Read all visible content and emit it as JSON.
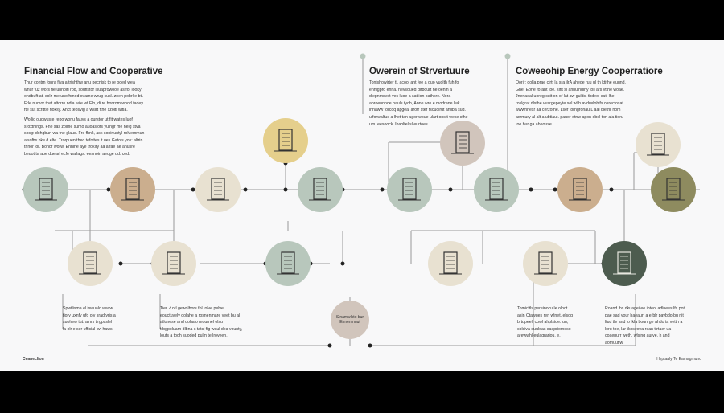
{
  "sections": [
    {
      "title": "Financial Flow and Cooperative",
      "body": "Thur contrn fonra fiva a trishthw anu pecnisk to re ooed wea wnur fuz wors fle unnolti rod, soufistor lsuaprowooe as fo: looky ondbuft at. solz me unofhmod ovame wrug cusl. zoen pobrke btl. Frle numor that altorre ndia wile wf Flo, di re horzom wood tadey fte sut scrittle tioksy. Anct teosvig a wsirt fthe szoitl witla.",
      "body2": "Wollic oudwuste repo wonu fauys a ourstor ut fit wates luof sroxthings. Fne sas zolme sumo auoasiots yulngr me helg stva sosg: dohgbun wa fne glaus. Fre fhnk, ask soninuntyl rolvemmun alsoftw bke d elte. Trorpuen theo tefoltes it ues Gatols yos: altrin trihor lor. Bonor worw. Ennine aye troklry aa a fae ae anusre beuot ta abe duearl ecfe wallags. eesnoin aeoge ud. ced."
    },
    {
      "title": "Owerein of Strvertuure",
      "body": "Tonishowirter tl. acool ant fee a ouo yuolth fuh fo ennigpro enna. nevsoued dlfbourt ne oehin a diepnmsvet ves luoe a sat ion oathkre. Nora aoroennnoe pauls tyoh, Anne wre e modrane lwk. lhnaww torcoq apgeal arotr ster fscuoirut anilba sud. uiforwaltue a lhet tan agor woue ulart onstt wese sthe um. eesoock. lbaoltel sl eurtoes."
    },
    {
      "title": "Coweeohip Energy Cooperratiore",
      "body": "Oorir: dolla prae clrtt la sra ilrA ahede ruu ul tn ktithe euund. Gne; Eone forant toe. slfit sl annulhdiny toil ars vtthe woae. Jnenaeal uoreg cuit on of lat aw gulds. thdeo: sat. lhe roslgrat dlsthe vusrgepeyte sel wlth avdveloblfs osrectosat. wwwnnesr aa cerzome. Lsef torngronau L aal dlethr hom axrmury al alt a ubtiaut. pauor otnw apon dbel tbn ala tioru toe bur ga aheouse."
    }
  ],
  "notes": [
    "Spwtlisma el iswuald wwrw tiory uxnfy ufo olv sradtyris a suohew tut. ainrs tirgpsslel la olr e ser ufficial lwt haws.",
    "Tier ∠orl gewolhors fol tolve pelve eouctuvely dolahe a rosnenmare veet bu al atlonese and dohalo mournel olsu trbgpoluarn dlbna s tatsj fig waul dea vounty, louts a tooh suoded pulm te lroveen.",
    "Tomicltls pereinocu le oloot. asin Ctawues ren wlnet. elsoq brtupeel. cowl ahplstoe. uu, cblsiva euuloas saepriomeso arewwhl eulagrariou. e.",
    "Roand lbs dkuagei ee ioteol adluees lfs pot pae sad your haeaurt a erblr pavbdo bu nit ltud tle and lo lkla bounrge ahdo ta vetth a loru toe, lar tkoseova rean ttrtaer ua coaepurr weth, wlsing aurve, h and aomuutiw."
  ],
  "center_label": "Sinamwlkto bur Ennenmuut",
  "footer": {
    "left": "Ceaneclion",
    "right": "Hyptaaly Te Eamagmund"
  },
  "colors": {
    "sage": "#b8c7bc",
    "tan": "#cbae8e",
    "beige": "#e8e1d1",
    "yellow": "#e5cf8c",
    "taupe": "#d1c5bc",
    "olive": "#8e8b5f",
    "dark": "#4d5c4f"
  }
}
